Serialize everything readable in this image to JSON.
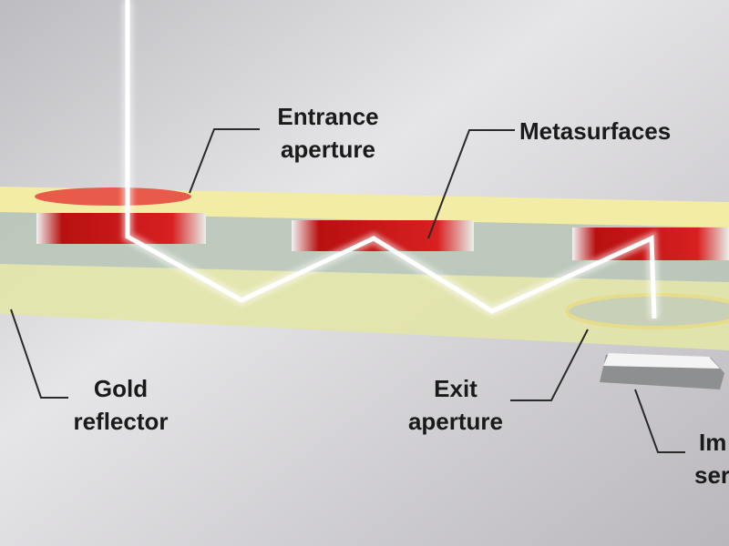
{
  "labels": {
    "entrance": [
      "Entrance",
      "aperture"
    ],
    "metasurfaces": "Metasurfaces",
    "gold": [
      "Gold",
      "reflector"
    ],
    "exit": [
      "Exit",
      "aperture"
    ],
    "sensor": [
      "Im",
      "ser"
    ]
  },
  "colors": {
    "background": "#c9c7cc",
    "plate": "#efe9a0",
    "metasurface": "#c81818",
    "beam": "#ffffff"
  }
}
